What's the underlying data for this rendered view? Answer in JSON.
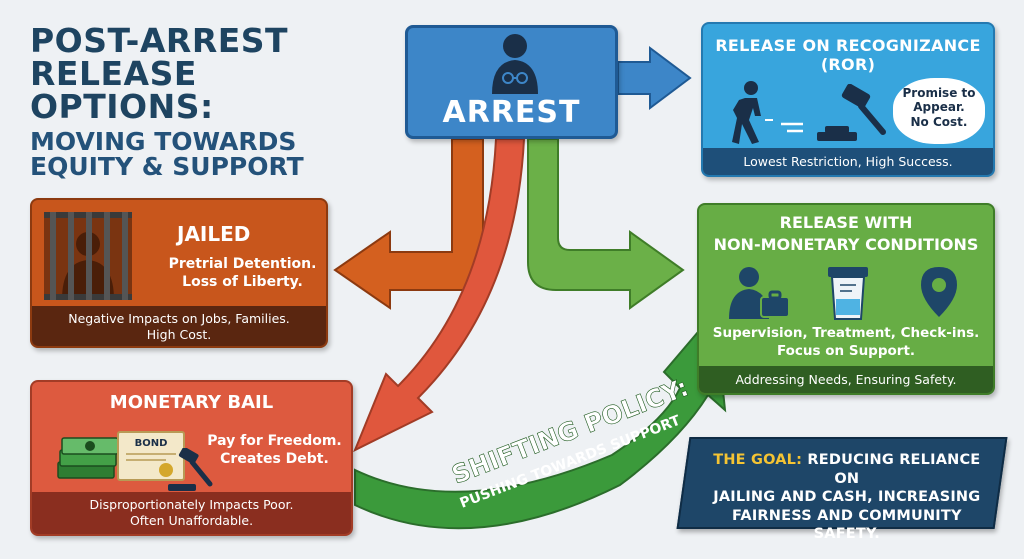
{
  "title": {
    "line1": "POST-ARREST",
    "line2": "RELEASE OPTIONS:",
    "line3": "MOVING TOWARDS",
    "line4": "EQUITY & SUPPORT"
  },
  "arrest": {
    "label": "ARREST"
  },
  "ror": {
    "heading": "RELEASE ON RECOGNIZANCE (ROR)",
    "bubble_line1": "Promise to",
    "bubble_line2": "Appear.",
    "bubble_line3": "No Cost.",
    "footer": "Lowest Restriction, High Success."
  },
  "jailed": {
    "heading": "JAILED",
    "desc_line1": "Pretrial Detention.",
    "desc_line2": "Loss of Liberty.",
    "footer_line1": "Negative Impacts on Jobs, Families.",
    "footer_line2": "High Cost."
  },
  "nonmonetary": {
    "heading_line1": "RELEASE WITH",
    "heading_line2": "NON-MONETARY CONDITIONS",
    "desc_line1": "Supervision, Treatment, Check-ins.",
    "desc_line2": "Focus on Support.",
    "footer": "Addressing Needs, Ensuring Safety."
  },
  "bail": {
    "heading": "MONETARY BAIL",
    "bond_label": "BOND",
    "desc_line1": "Pay for Freedom.",
    "desc_line2": "Creates Debt.",
    "footer_line1": "Disproportionately Impacts Poor.",
    "footer_line2": "Often Unaffordable."
  },
  "shift": {
    "line1": "SHIFTING POLICY:",
    "line2": "PUSHING TOWARDS SUPPORT"
  },
  "goal": {
    "label": "THE GOAL:",
    "text_line1": "REDUCING RELIANCE ON",
    "text_line2": "JAILING AND CASH, INCREASING",
    "text_line3": "FAIRNESS AND COMMUNITY SAFETY."
  },
  "colors": {
    "arrest_blue": "#3d86c8",
    "ror_blue": "#38a5dd",
    "jailed_orange": "#c8561c",
    "nonmonetary_green": "#67ad45",
    "bail_red": "#dd5a3f",
    "goal_navy": "#1e4668",
    "goal_accent": "#f5c433"
  }
}
